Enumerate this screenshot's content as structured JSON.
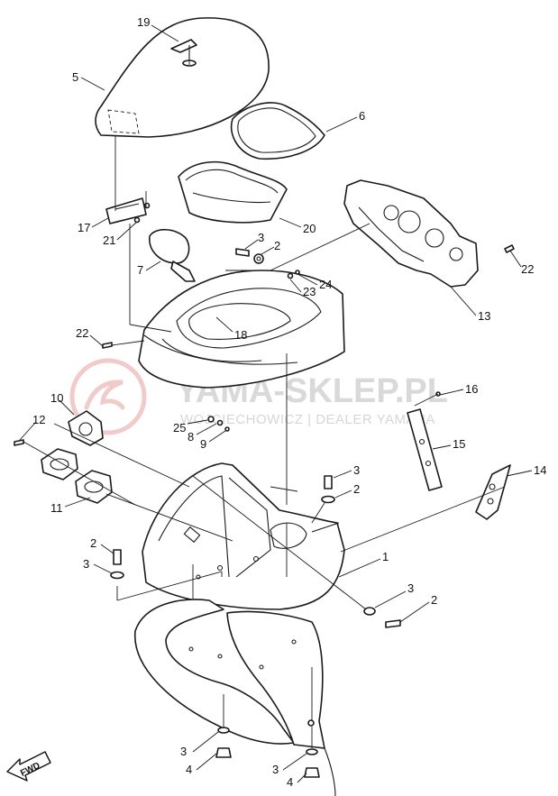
{
  "watermark": {
    "brand": "YAMA-SKLEP.PL",
    "tagline": "WOJCIECHOWICZ | DEALER YAMAHA",
    "accent_color": "#e6a0a0"
  },
  "direction_badge": "FWD",
  "callouts": [
    {
      "id": "c19",
      "label": "19"
    },
    {
      "id": "c5",
      "label": "5"
    },
    {
      "id": "c6",
      "label": "6"
    },
    {
      "id": "c20",
      "label": "20"
    },
    {
      "id": "c17",
      "label": "17"
    },
    {
      "id": "c21",
      "label": "21"
    },
    {
      "id": "c3a",
      "label": "3"
    },
    {
      "id": "c2a",
      "label": "2"
    },
    {
      "id": "c7",
      "label": "7"
    },
    {
      "id": "c24",
      "label": "24"
    },
    {
      "id": "c23",
      "label": "23"
    },
    {
      "id": "c22a",
      "label": "22"
    },
    {
      "id": "c13",
      "label": "13"
    },
    {
      "id": "c22b",
      "label": "22"
    },
    {
      "id": "c18",
      "label": "18"
    },
    {
      "id": "c16",
      "label": "16"
    },
    {
      "id": "c10",
      "label": "10"
    },
    {
      "id": "c12",
      "label": "12"
    },
    {
      "id": "c25",
      "label": "25"
    },
    {
      "id": "c8",
      "label": "8"
    },
    {
      "id": "c9",
      "label": "9"
    },
    {
      "id": "c15",
      "label": "15"
    },
    {
      "id": "c14",
      "label": "14"
    },
    {
      "id": "c11",
      "label": "11"
    },
    {
      "id": "c3b",
      "label": "3"
    },
    {
      "id": "c2b",
      "label": "2"
    },
    {
      "id": "c1",
      "label": "1"
    },
    {
      "id": "c2c",
      "label": "2"
    },
    {
      "id": "c3c",
      "label": "3"
    },
    {
      "id": "c3d",
      "label": "3"
    },
    {
      "id": "c2d",
      "label": "2"
    },
    {
      "id": "c3e",
      "label": "3"
    },
    {
      "id": "c4a",
      "label": "4"
    },
    {
      "id": "c3f",
      "label": "3"
    },
    {
      "id": "c4b",
      "label": "4"
    }
  ]
}
